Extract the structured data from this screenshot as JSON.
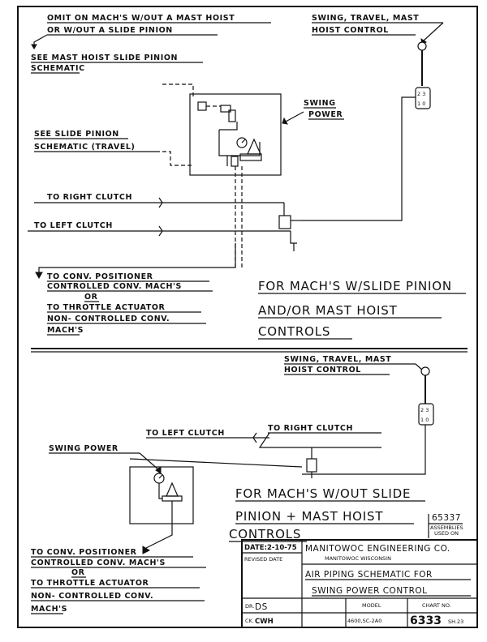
{
  "top": {
    "omit_line1": "OMIT ON MACH'S W/OUT A MAST HOIST",
    "omit_line2": "OR W/OUT A SLIDE PINION",
    "stm_line1": "SWING, TRAVEL, MAST",
    "stm_line2": "HOIST CONTROL",
    "see_mast_line1": "SEE MAST HOIST SLIDE PINION",
    "see_mast_line2": "SCHEMATIC",
    "swing_power_line1": "SWING",
    "swing_power_line2": "POWER",
    "see_slide_line1": "SEE SLIDE PINION",
    "see_slide_line2": "SCHEMATIC (TRAVEL)",
    "to_right_clutch": "TO RIGHT CLUTCH",
    "to_left_clutch": "TO LEFT CLUTCH",
    "conv_pos_line1": "TO CONV. POSITIONER",
    "conv_pos_line2": "CONTROLLED CONV. MACH'S",
    "or": "OR",
    "throttle_line1": "TO THROTTLE ACTUATOR",
    "throttle_line2": "NON- CONTROLLED CONV.",
    "throttle_line3": "MACH'S",
    "valve_top": "2 3",
    "valve_bottom": "1 0",
    "caption_line1": "FOR MACH'S W/SLIDE PINION",
    "caption_line2": "AND/OR MAST HOIST",
    "caption_line3": "CONTROLS"
  },
  "bottom": {
    "stm_line1": "SWING, TRAVEL, MAST",
    "stm_line2": "HOIST CONTROL",
    "to_left_clutch": "TO LEFT CLUTCH",
    "to_right_clutch": "TO RIGHT CLUTCH",
    "swing_power": "SWING POWER",
    "valve_top": "2 3",
    "valve_bottom": "1 0",
    "caption_line1": "FOR MACH'S W/OUT SLIDE",
    "caption_line2": "PINION + MAST HOIST",
    "caption_line3": "CONTROLS",
    "conv_pos_line1": "TO CONV. POSITIONER",
    "conv_pos_line2": "CONTROLLED CONV. MACH'S",
    "or": "OR",
    "throttle_line1": "TO THROTTLE ACTUATOR",
    "throttle_line2": "NON- CONTROLLED CONV.",
    "throttle_line3": "MACH'S"
  },
  "title_block": {
    "assembly_no": "65337",
    "assemblies_line1": "ASSEMBLIES",
    "assemblies_line2": "USED ON",
    "date": "DATE:2-10-75",
    "revised_date": "REVISED DATE",
    "company": "MANITOWOC ENGINEERING CO.",
    "location": "MANITOWOC WISCONSIN",
    "title_line1": "AIR PIPING SCHEMATIC FOR",
    "title_line2": "SWING POWER CONTROL",
    "drawn_label": "DR.",
    "drawn_by": "DS",
    "checked_label": "CK.",
    "checked_by": "CWH",
    "model_label": "MODEL",
    "model": "4600,SC-2A0",
    "chart_label": "CHART NO.",
    "chart_no": "6333",
    "sheet": "SH.23"
  }
}
